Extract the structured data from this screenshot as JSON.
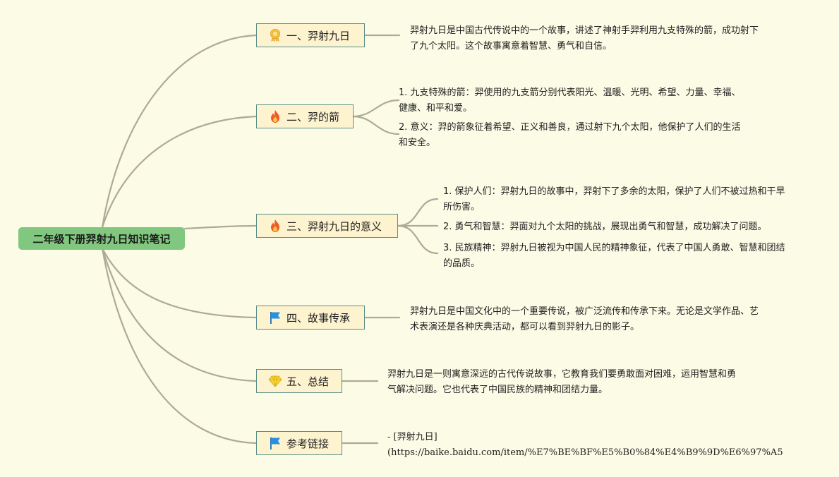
{
  "root": {
    "title": "二年级下册羿射九日知识笔记"
  },
  "topics": [
    {
      "label": "一、羿射九日",
      "icon": "award-ribbon-icon"
    },
    {
      "label": "二、羿的箭",
      "icon": "fire-icon"
    },
    {
      "label": "三、羿射九日的意义",
      "icon": "fire-icon"
    },
    {
      "label": "四、故事传承",
      "icon": "blue-flag-icon"
    },
    {
      "label": "五、总结",
      "icon": "diamond-icon"
    },
    {
      "label": "参考链接",
      "icon": "blue-flag-icon"
    }
  ],
  "notes": {
    "t1": "羿射九日是中国古代传说中的一个故事，讲述了神射手羿利用九支特殊的箭，成功射下了九个太阳。这个故事寓意着智慧、勇气和自信。",
    "t2_1": "1. 九支特殊的箭：羿使用的九支箭分别代表阳光、温暖、光明、希望、力量、幸福、健康、和平和爱。",
    "t2_2": "2. 意义：羿的箭象征着希望、正义和善良，通过射下九个太阳，他保护了人们的生活和安全。",
    "t3_1": "1. 保护人们：羿射九日的故事中，羿射下了多余的太阳，保护了人们不被过热和干旱所伤害。",
    "t3_2": "2. 勇气和智慧：羿面对九个太阳的挑战，展现出勇气和智慧，成功解决了问题。",
    "t3_3": "3. 民族精神：羿射九日被视为中国人民的精神象征，代表了中国人勇敢、智慧和团结的品质。",
    "t4": "羿射九日是中国文化中的一个重要传说，被广泛流传和传承下来。无论是文学作品、艺术表演还是各种庆典活动，都可以看到羿射九日的影子。",
    "t5": "羿射九日是一则寓意深远的古代传说故事，它教育我们要勇敢面对困难，运用智慧和勇气解决问题。它也代表了中国民族的精神和团结力量。",
    "t6_line1": "- [羿射九日]",
    "t6_line2": "(https://baike.baidu.com/item/%E7%BE%BF%E5%B0%84%E4%B9%9D%E6%97%A5"
  },
  "colors": {
    "background": "#fbfbe6",
    "root_fill": "#82c77f",
    "topic_fill": "#fdf3cf",
    "topic_border": "#5d8f88",
    "connector": "#aeaa94"
  }
}
